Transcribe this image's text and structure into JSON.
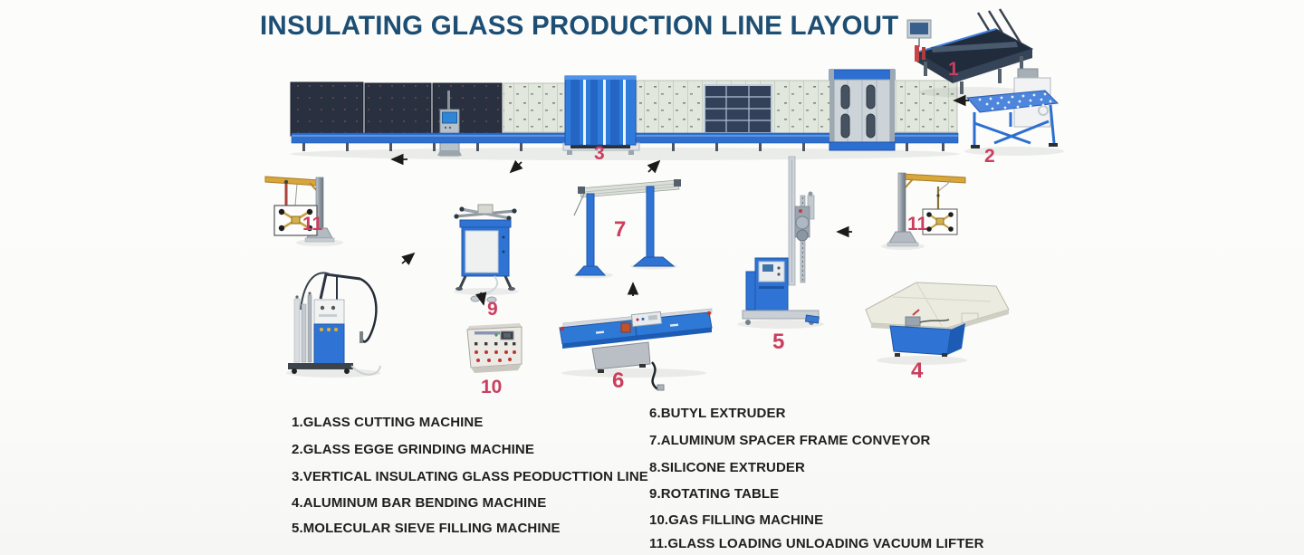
{
  "title": "INSULATING GLASS PRODUCTION LINE LAYOUT",
  "machine_labels": {
    "m1": "1",
    "m2": "2",
    "m3": "3",
    "m4": "4",
    "m5": "5",
    "m6": "6",
    "m7": "7",
    "m9": "9",
    "m10": "10",
    "m11_left": "11",
    "m11_right": "11"
  },
  "legend": {
    "left": [
      "1.GLASS CUTTING MACHINE",
      "2.GLASS EGGE GRINDING MACHINE",
      "3.VERTICAL INSULATING GLASS PEODUCTTION LINE",
      "4.ALUMINUM BAR BENDING MACHINE",
      "5.MOLECULAR SIEVE FILLING MACHINE"
    ],
    "right": [
      "6.BUTYL EXTRUDER",
      "7.ALUMINUM SPACER FRAME CONVEYOR",
      "8.SILICONE EXTRUDER",
      "9.ROTATING TABLE",
      "10.GAS FILLING MACHINE",
      "11.GLASS LOADING UNLOADING VACUUM LIFTER"
    ]
  },
  "icons": {
    "flow_arrows": [
      "arrow-left",
      "arrow-down-left",
      "arrow-up-right",
      "arrow-left",
      "arrow-up-right",
      "arrow-up",
      "arrow-left",
      "arrow-down"
    ]
  },
  "colors": {
    "title_blue": "#1d4e74",
    "label_red": "#cc3d5e",
    "machine_blue": "#2f74d4",
    "conveyor_blue": "#2e6fce",
    "legend_text": "#1f1f1f"
  }
}
